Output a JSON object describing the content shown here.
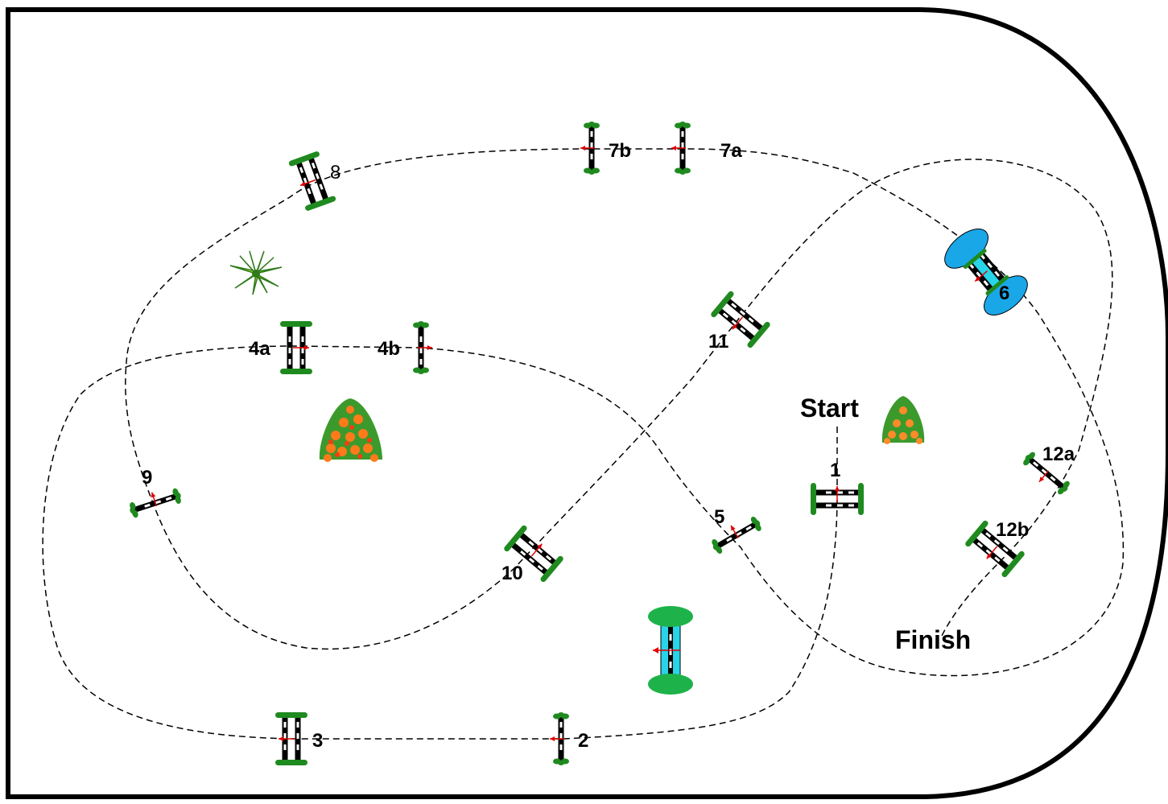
{
  "course": {
    "start_label": "Start",
    "finish_label": "Finish",
    "obstacles": [
      {
        "id": "jump-1",
        "label": "1",
        "type": "oxer-horizontal"
      },
      {
        "id": "jump-2",
        "label": "2",
        "type": "vertical"
      },
      {
        "id": "jump-3",
        "label": "3",
        "type": "oxer"
      },
      {
        "id": "jump-4a",
        "label": "4a",
        "type": "oxer"
      },
      {
        "id": "jump-4b",
        "label": "4b",
        "type": "vertical"
      },
      {
        "id": "jump-5",
        "label": "5",
        "type": "vertical-angled"
      },
      {
        "id": "jump-6",
        "label": "6",
        "type": "water-oxer"
      },
      {
        "id": "jump-7a",
        "label": "7a",
        "type": "vertical"
      },
      {
        "id": "jump-7b",
        "label": "7b",
        "type": "vertical"
      },
      {
        "id": "jump-8",
        "label": "8",
        "type": "oxer-angled"
      },
      {
        "id": "jump-9",
        "label": "9",
        "type": "vertical-angled"
      },
      {
        "id": "jump-10",
        "label": "10",
        "type": "oxer-angled"
      },
      {
        "id": "jump-11",
        "label": "11",
        "type": "oxer-angled"
      },
      {
        "id": "jump-12a",
        "label": "12a",
        "type": "vertical-angled"
      },
      {
        "id": "jump-12b",
        "label": "12b",
        "type": "oxer-angled"
      }
    ],
    "decorations": [
      "water-jump",
      "palm-plant",
      "flower-bush"
    ],
    "colors": {
      "arena_border": "#000000",
      "route_line": "#000000",
      "wing_green": "#1f8a1f",
      "direction_arrow": "#e00000",
      "water_blue": "#29d3e8",
      "water_pad_blue": "#1aa7e8",
      "water_pad_green": "#1db34a"
    }
  }
}
